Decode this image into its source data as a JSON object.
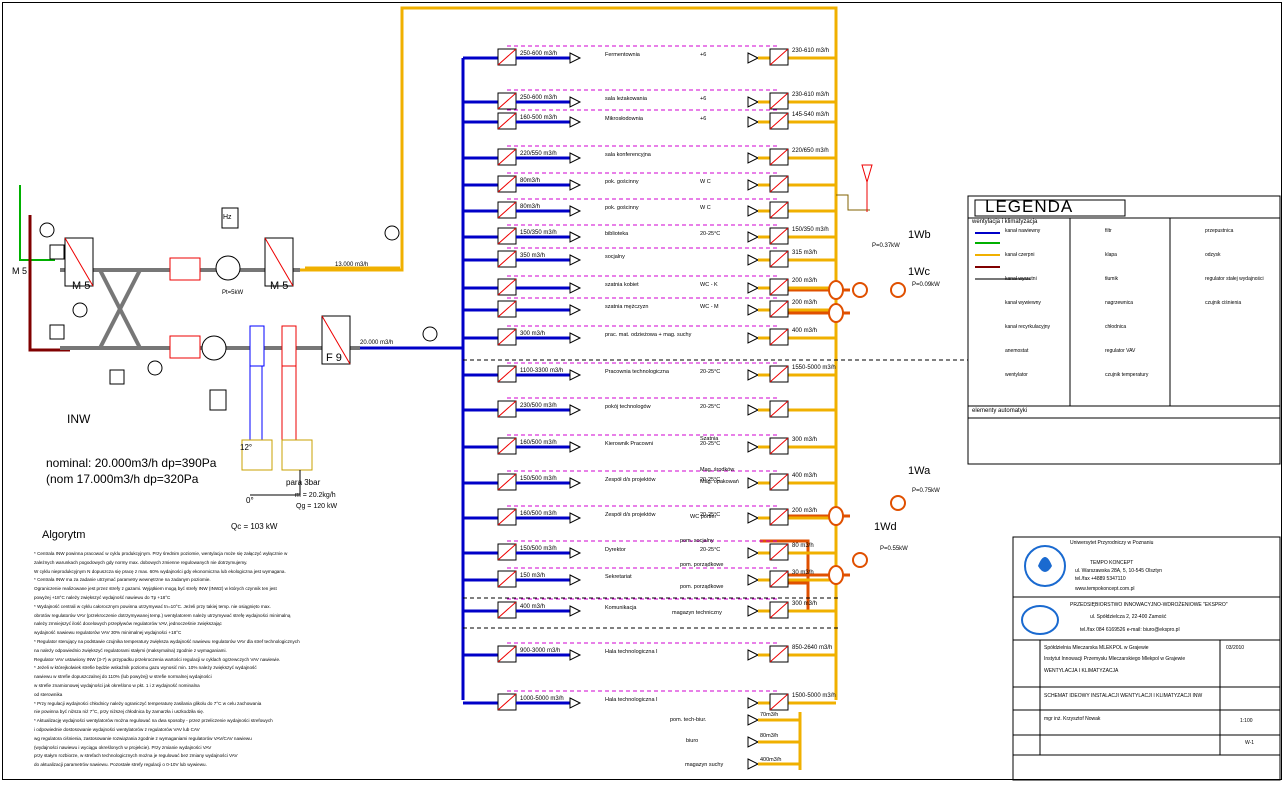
{
  "unit": {
    "name": "INW",
    "nominal": "nominal: 20.000m3/h  dp=390Pa",
    "nom": "(nom      17.000m3/h  dp=320Pa",
    "qc": "Qc = 103 kW",
    "steam": "para 3bar",
    "mass_flow": "m = 20.2kg/h",
    "qg": "Qg = 120 kW",
    "main_flow_upper": "13.000 m3/h",
    "main_flow_lower": "20.000 m3/h",
    "filter_m5_a": "M 5",
    "filter_m5_b": "M 5",
    "filter_f9": "F 9",
    "angle_12": "12°",
    "angle_0": "0°",
    "hz": "Hz",
    "pt_fan": "Pt=5kW"
  },
  "algorithm": {
    "title": "Algorytm",
    "lines": [
      "* Centrala INW powinna pracować w cyklu produkcyjnym. Przy średnim poziomie, wentylacja może się załączyć wyłącznie w",
      "  zależnych warunkach pogodowych gdy normy max. dobowych zmienne regulowanych nie dotrzymujemy.",
      "  W cyklu nieprodukcyjnym N   dopuszcza się pracę z max. 60% wydajności gdy ekonomiczna lub ekologiczna jest wymagana.",
      "* Centrala INW ma za zadanie utrzymać parametry wewnętrzne na zadanym poziomie.",
      "  Ograniczenie realizowane jest przez strefy z gazami. Wyjątkiem mogą być strefy INW (INW2) w których czynnik ten jest",
      "  powyżej +18°C należy zwiększyć wydajność nawiewu do Tp +18°C",
      "* Wydajność centrali w cyklu całorocznym powinna utrzymywać tn=10°C. Jeżeli przy takiej temp. nie osiągnięto max.",
      "  obrotów regulatorów VAV (przekroczenie dotrzymywanej temp.) wentylatorem należy utrzymywać strefę wydajności minimalną",
      "  należy zmniejszyć ilość docelowych przepływów regulatorów VAV, jednocześnie zwiększając",
      "  wydajność nawiewu regulatorów VAV 30% minimalnej wydajności +18°C",
      "* Regulator sterujący na podstawie czujnika temperatury zwiększa wydajność nawiewu regulatorów VAV dla stref technologicznych",
      "  na należy odpowiednio zwiększyć regulatorami stałymi (maksymalna) zgodnie z wymaganiami.",
      "  Regulator VAV ustawiony INW (3-7) w przypadku przekroczenia wartości regulacji w cyklach ogrzewczych VAV nawiewie.",
      "* Jeżeli w którejkolwiek strefie będzie wskaźnik poziomu gazu wynosić min. 10% należy zwiększyć wydajność",
      "  nawiewu w strefie dopuszczalnej do 110% (lub powyżej) w strefie normalnej wydajności",
      "  w strefie znamionowej wydajności jak określono w pkt. 1 i 2 wydajność nominalna",
      "  od sterownika",
      "* Przy regulacji wydajności chłodnicy należy ograniczyć temperaturę zasilania glikolu do 7°C w celu zachowania",
      "  nie powinna być niższa niż 7°C, przy niższej chłodnica by zamarzła i uszkodziła się.",
      "* Aktualizację wydajności wentylatorów można regulować na dwa sposoby - przez przeliczenie wydajności strefowych",
      "  i odpowiednie dostosowanie wydajności wentylatorów z regulatorów VAV lub CAV",
      "  wg regulatora ciśnienia, zastosowanie rozwiązania zgodnie z wymaganiami regulatorów VAV/CAV nawiewu",
      "  (wydajności nawiewu i wyciągu określonych w projekcie). Przy zmianie wydajności VAV",
      "  przy stałym rozbiorze, w strefach technologicznych można je regulować bez zmiany wydajności VAV",
      "  do aktualizacji parametrów nawiewu. Pozostałe strefy regulacji o 0-10V lub wywiewu."
    ]
  },
  "rooms_top": [
    {
      "name": "Fermentownia",
      "flow": "250-600 m3/h",
      "out": "230-610 m3/h",
      "t": "+6"
    },
    {
      "name": "sala leżakowania",
      "flow": "250-600 m3/h",
      "out": "230-610 m3/h",
      "t": "+6"
    },
    {
      "name": "Mikrosłodownia",
      "flow": "160-500 m3/h",
      "out": "145-540 m3/h",
      "t": "+6"
    },
    {
      "name": "sala konferencyjna",
      "flow": "220/550 m3/h",
      "out": "220/650 m3/h",
      "t": ""
    },
    {
      "name": "pok. gościnny",
      "flow": "80m3/h",
      "out": "",
      "t": "W C"
    },
    {
      "name": "pok. gościnny",
      "flow": "80m3/h",
      "out": "",
      "t": "W C"
    },
    {
      "name": "biblioteka",
      "flow": "150/350 m3/h",
      "out": "150/350 m3/h",
      "t": "20-25°C"
    },
    {
      "name": "socjalny",
      "flow": "350 m3/h",
      "out": "315 m3/h",
      "t": ""
    },
    {
      "name": "szatnia kobiet",
      "flow": "",
      "out": "200 m3/h",
      "t": "WC - K"
    },
    {
      "name": "szatnia mężczyzn",
      "flow": "",
      "out": "200 m3/h",
      "t": "WC - M"
    },
    {
      "name": "prac. mat. odzieżowa + mag. suchy",
      "flow": "300 m3/h",
      "out": "400 m3/h",
      "t": ""
    }
  ],
  "rooms_bottom": [
    {
      "name": "Pracownia technologiczna",
      "flow": "1100-3300 m3/h",
      "out": "1550-5000 m3/h",
      "t": "20-25°C"
    },
    {
      "name": "pokój technologów",
      "flow": "230/500 m3/h",
      "out": "",
      "t": "20-25°C"
    },
    {
      "name": "Kierownik Pracowni",
      "flow": "160/500 m3/h",
      "out": "300 m3/h",
      "t": "20-25°C"
    },
    {
      "name": "Zespół d/s projektów",
      "flow": "150/500 m3/h",
      "out": "400 m3/h",
      "t": "20-25°C"
    },
    {
      "name": "Zespół d/s projektów",
      "flow": "160/500 m3/h",
      "out": "200 m3/h",
      "t": "20-25°C"
    },
    {
      "name": "Dyrektor",
      "flow": "150/500 m3/h",
      "out": "80 m3/h",
      "t": "20-25°C"
    },
    {
      "name": "Sekretariat",
      "flow": "150 m3/h",
      "out": "30 m3/h",
      "t": ""
    },
    {
      "name": "Komunikacja",
      "flow": "400 m3/h",
      "out": "300 m3/h",
      "t": ""
    },
    {
      "name": "Hala technologiczna I",
      "flow": "900-3000 m3/h",
      "out": "850-2640 m3/h",
      "t": ""
    },
    {
      "name": "Hala technologiczna I",
      "flow": "1000-5000 m3/h",
      "out": "1500-5000 m3/h",
      "t": ""
    }
  ],
  "right_labels": {
    "wc_portier": "WC portier",
    "pom_socjalny": "pom. socjalny",
    "pom_porzadkowe": "pom. porządkowe",
    "pom_porzadkowe2": "pom. porządkowe",
    "mag_techniczny": "magazyn techniczny",
    "pom_tech_biur": "pom. tech-biur.",
    "biuro": "biuro",
    "magazyn_suchy": "magazyn suchy",
    "szatnia_pom": "Szatnia",
    "mag_srodkow": "Mag. środków",
    "mag_opakowan": "Mag. opakowań",
    "flow_70": "70m3/h",
    "flow_80": "80m3/h",
    "flow_400": "400m3/h"
  },
  "exhaust_units": {
    "wb": "1Wb",
    "wb_p": "P=0.37kW",
    "wc": "1Wc",
    "wc_p": "P=0.09kW",
    "wa": "1Wa",
    "wa_p": "P=0.75kW",
    "wd": "1Wd",
    "wd_p": "P=0.55kW"
  },
  "legend": {
    "title": "LEGENDA",
    "section1": "wentylacja i klimatyzacja",
    "section2": "elementy automatyki",
    "items": [
      "kanał nawiewny",
      "kanał czerpni",
      "kanał wyrzutni",
      "kanał wywiewny",
      "kanał recyrkulacyjny",
      "anemostat",
      "wentylator",
      "filtr",
      "klapa",
      "tłumik",
      "nagrzewnica",
      "chłodnica",
      "regulator VAV",
      "czujnik temperatury",
      "przepustnica",
      "odzysk",
      "regulator stałej wydajności",
      "czujnik ciśnienia"
    ]
  },
  "title_block": {
    "client_line1": "Uniwersytet Przyrodniczy w Poznaniu",
    "client_line2": "TEMPO KONCEPT",
    "client_addr": "ul. Warszawska 28A, 5, 10-545 Olsztyn",
    "client_tel": "tel./fax +4889 5347110",
    "client_web": "www.tempokoncept.com.pl",
    "designer": "PRZEDSIĘBIORSTWO INNOWACYJNO-WDROŻENIOWE \"EKSPRO\"",
    "designer_addr": "ul. Spółdzielcza 2, 22-400 Zamość",
    "designer_tel": "tel./fax 084 6169526 e-mail: biuro@ekspro.pl",
    "investor": "Spółdzielnia Mleczarska MLEKPOL w Grajewie",
    "object": "Instytut Innowacji Przemysłu Mleczarskiego Mlekpol w Grajewie",
    "stage": "WENTYLACJA I KLIMATYZACJA",
    "drawing": "SCHEMAT IDEOWY INSTALACJI WENTYLACJI I KLIMATYZACJI INW",
    "author": "mgr inż. Krzysztof Nowak",
    "scale": "1:100",
    "date": "03/2010",
    "sheet": "W-1"
  }
}
